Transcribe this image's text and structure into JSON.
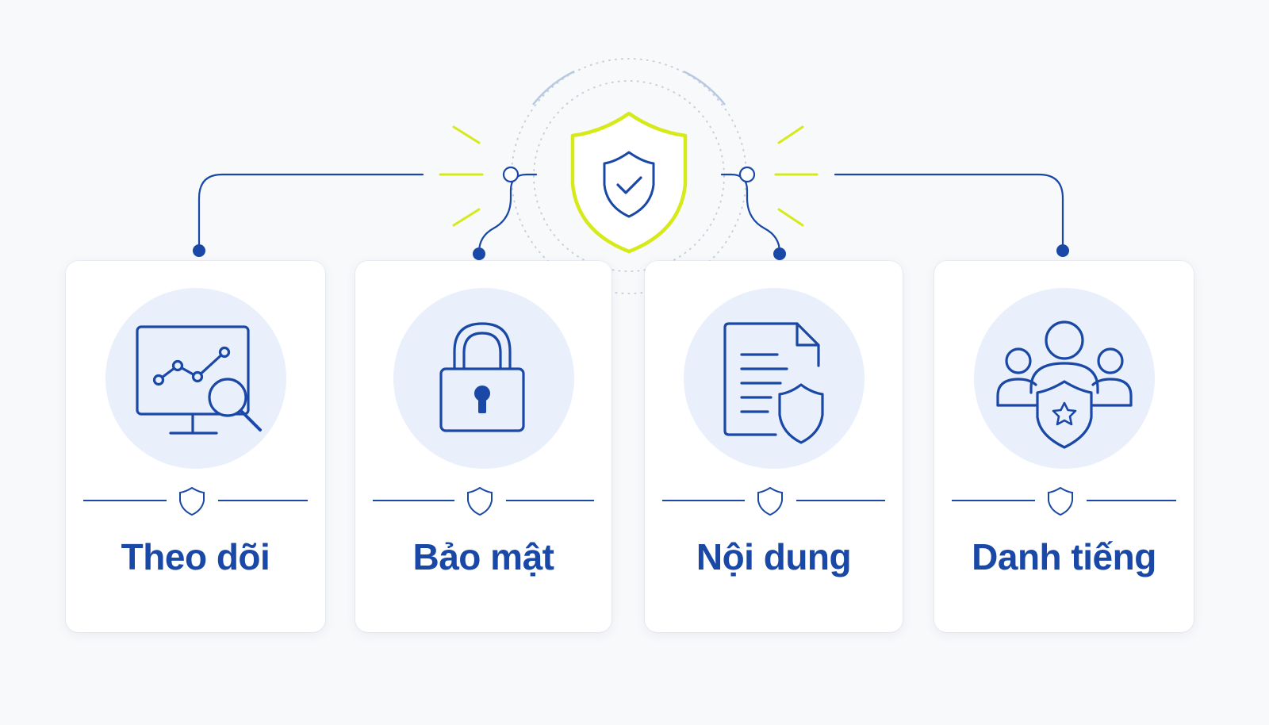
{
  "colors": {
    "accent": "#1a48a6",
    "highlight": "#d6ea1a",
    "icon_bg": "#e9f0fb",
    "card_bg": "#ffffff",
    "page_bg": "#f8f9fb"
  },
  "center": {
    "icon": "shield-check-icon"
  },
  "cards": [
    {
      "label": "Theo dõi",
      "icon": "monitor-analytics-icon"
    },
    {
      "label": "Bảo mật",
      "icon": "padlock-icon"
    },
    {
      "label": "Nội dung",
      "icon": "document-shield-icon"
    },
    {
      "label": "Danh tiếng",
      "icon": "users-shield-icon"
    }
  ]
}
